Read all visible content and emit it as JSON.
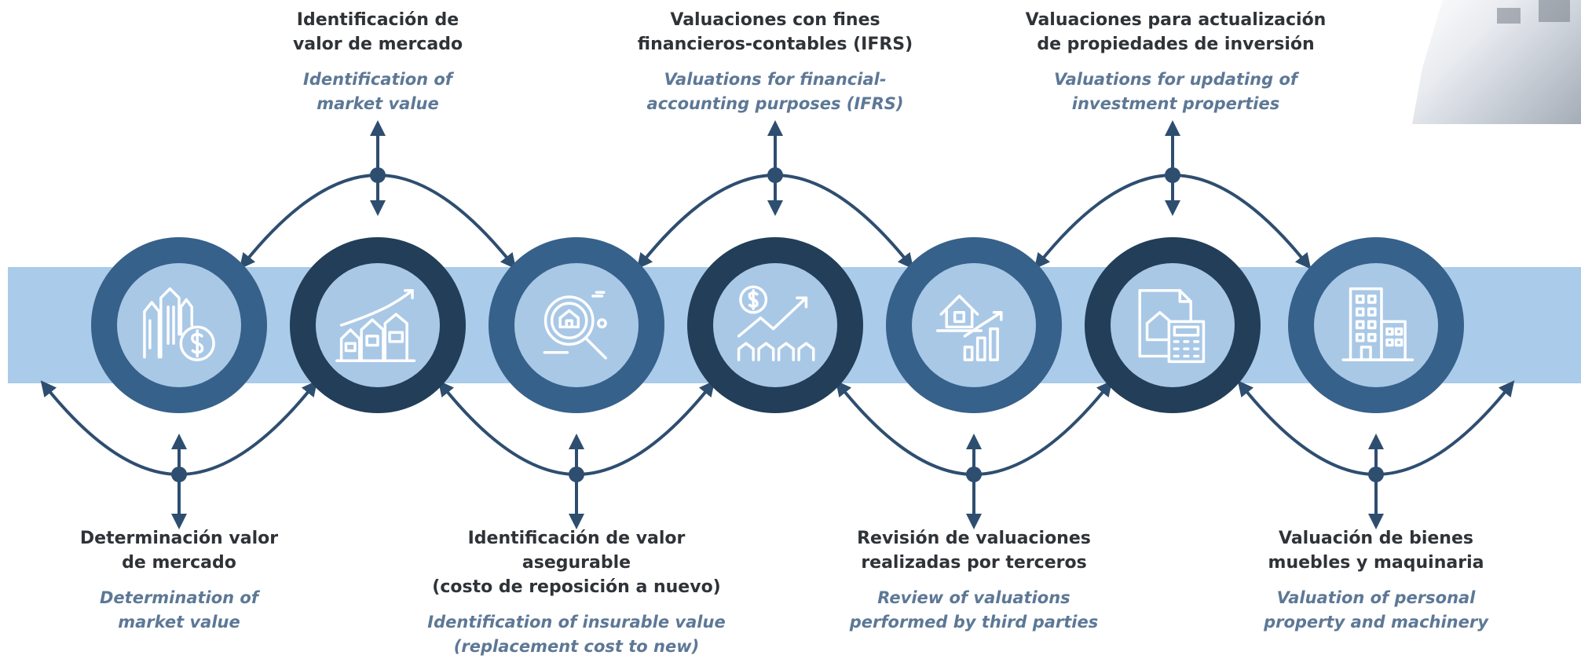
{
  "top_items": [
    {
      "es": "Identificación de\nvalor de mercado",
      "en": "Identification of\nmarket value"
    },
    {
      "es": "Valuaciones con fines\nfinancieros-contables (IFRS)",
      "en": "Valuations for financial-\naccounting purposes (IFRS)"
    },
    {
      "es": "Valuaciones para actualización\nde propiedades de inversión",
      "en": "Valuations for updating of\ninvestment properties"
    }
  ],
  "bottom_items": [
    {
      "es": "Determinación valor\nde mercado",
      "en": "Determination of\nmarket value"
    },
    {
      "es": "Identificación de valor asegurable\n(costo de reposición a nuevo)",
      "en": "Identification of insurable value\n(replacement cost to new)"
    },
    {
      "es": "Revisión de valuaciones\nrealizadas por terceros",
      "en": "Review of valuations\nperformed by third parties"
    },
    {
      "es": "Valuación de bienes\nmuebles y maquinaria",
      "en": "Valuation of personal\nproperty and machinery"
    }
  ],
  "nodes": [
    {
      "icon": "buildings-dollar-icon",
      "color": "#36618a"
    },
    {
      "icon": "houses-growth-icon",
      "color": "#223e59"
    },
    {
      "icon": "house-magnifier-icon",
      "color": "#36618a"
    },
    {
      "icon": "dollar-trend-houses-icon",
      "color": "#223e59"
    },
    {
      "icon": "house-bar-chart-icon",
      "color": "#36618a"
    },
    {
      "icon": "document-calculator-icon",
      "color": "#223e59"
    },
    {
      "icon": "office-building-icon",
      "color": "#36618a"
    }
  ],
  "colors": {
    "band": "#aacbe9",
    "connector": "#2e4e70",
    "es_text": "#2f3338",
    "en_text": "#5d7896"
  }
}
